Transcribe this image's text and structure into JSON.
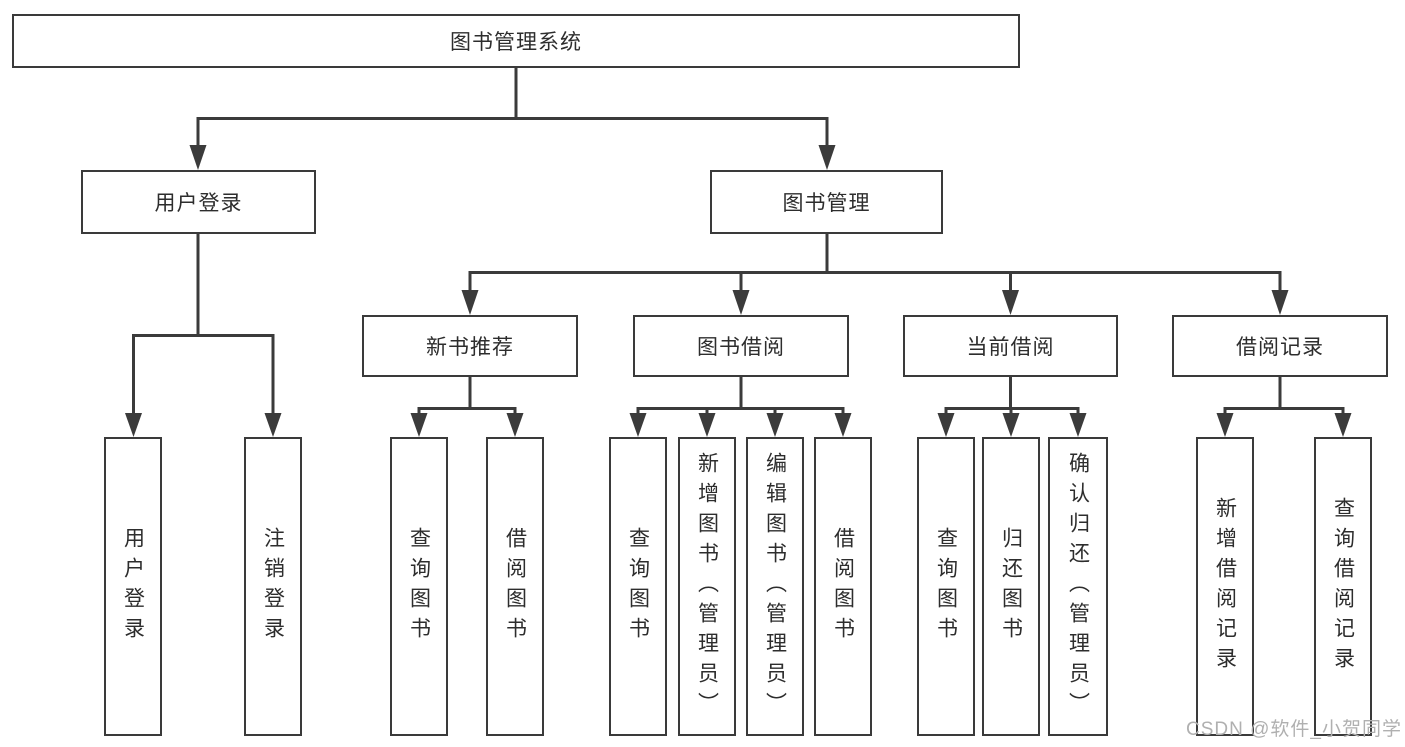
{
  "colors": {
    "line": "#3b3b3b",
    "box_border": "#3a3a3a",
    "text": "#2d2d2d",
    "watermark": "#b0b0b0",
    "background": "#ffffff"
  },
  "watermark": {
    "text": "CSDN @软件_小贺同学"
  },
  "tree": {
    "label": "图书管理系统",
    "children": [
      {
        "label": "用户登录",
        "children": [
          {
            "label": "用户登录"
          },
          {
            "label": "注销登录"
          }
        ]
      },
      {
        "label": "图书管理",
        "children": [
          {
            "label": "新书推荐",
            "children": [
              {
                "label": "查询图书"
              },
              {
                "label": "借阅图书"
              }
            ]
          },
          {
            "label": "图书借阅",
            "children": [
              {
                "label": "查询图书"
              },
              {
                "label": "新增图书（管理员）"
              },
              {
                "label": "编辑图书（管理员）"
              },
              {
                "label": "借阅图书"
              }
            ]
          },
          {
            "label": "当前借阅",
            "children": [
              {
                "label": "查询图书"
              },
              {
                "label": "归还图书"
              },
              {
                "label": "确认归还（管理员）"
              }
            ]
          },
          {
            "label": "借阅记录",
            "children": [
              {
                "label": "新增借阅记录"
              },
              {
                "label": "查询借阅记录"
              }
            ]
          }
        ]
      }
    ]
  }
}
